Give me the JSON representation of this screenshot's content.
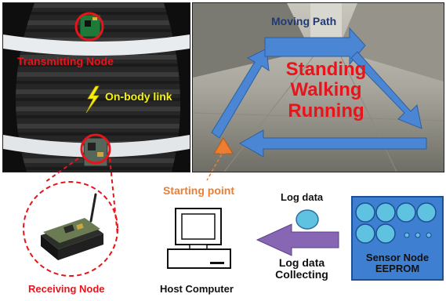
{
  "photo_left": {
    "transmitting_node_label": "Transmitting Node",
    "on_body_link_label": "On-body link"
  },
  "photo_right": {
    "moving_path_label": "Moving Path",
    "activities": [
      "Standing",
      "Walking",
      "Running"
    ]
  },
  "diagram": {
    "starting_point_label": "Starting point",
    "log_data_label": "Log data",
    "log_data_collecting_label": [
      "Log data",
      "Collecting"
    ],
    "sensor_node_label": [
      "Sensor Node",
      "EEPROM"
    ],
    "receiving_node_label": "Receiving Node",
    "host_computer_label": "Host Computer"
  },
  "colors": {
    "red_label": "#e8141b",
    "yellow_label": "#f5f10a",
    "navy_label": "#1f3a78",
    "orange_label": "#ed7d31",
    "path_arrow": "#4a86d4",
    "collect_arrow": "#8766b3",
    "sensor_panel": "#3f7fd1",
    "sensor_circle": "#5ec2e0"
  }
}
